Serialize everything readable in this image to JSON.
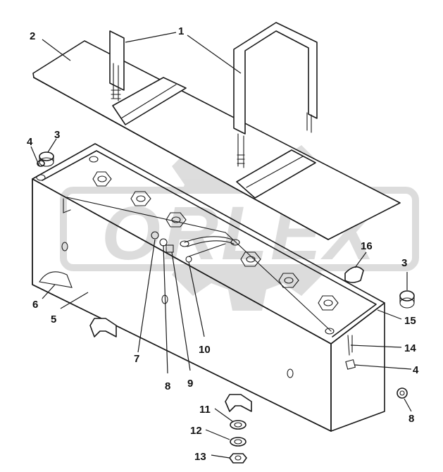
{
  "colors": {
    "line": "#1a1a1a",
    "background": "#ffffff",
    "watermark": "#d9d9d9"
  },
  "watermark": {
    "text": "ORLEX"
  },
  "callouts": [
    {
      "id": "1",
      "label": "1"
    },
    {
      "id": "2",
      "label": "2"
    },
    {
      "id": "3a",
      "label": "3"
    },
    {
      "id": "4a",
      "label": "4"
    },
    {
      "id": "6",
      "label": "6"
    },
    {
      "id": "5",
      "label": "5"
    },
    {
      "id": "7",
      "label": "7"
    },
    {
      "id": "8a",
      "label": "8"
    },
    {
      "id": "9",
      "label": "9"
    },
    {
      "id": "10",
      "label": "10"
    },
    {
      "id": "16",
      "label": "16"
    },
    {
      "id": "3b",
      "label": "3"
    },
    {
      "id": "15",
      "label": "15"
    },
    {
      "id": "14",
      "label": "14"
    },
    {
      "id": "4b",
      "label": "4"
    },
    {
      "id": "8b",
      "label": "8"
    },
    {
      "id": "11",
      "label": "11"
    },
    {
      "id": "12",
      "label": "12"
    },
    {
      "id": "13",
      "label": "13"
    }
  ]
}
